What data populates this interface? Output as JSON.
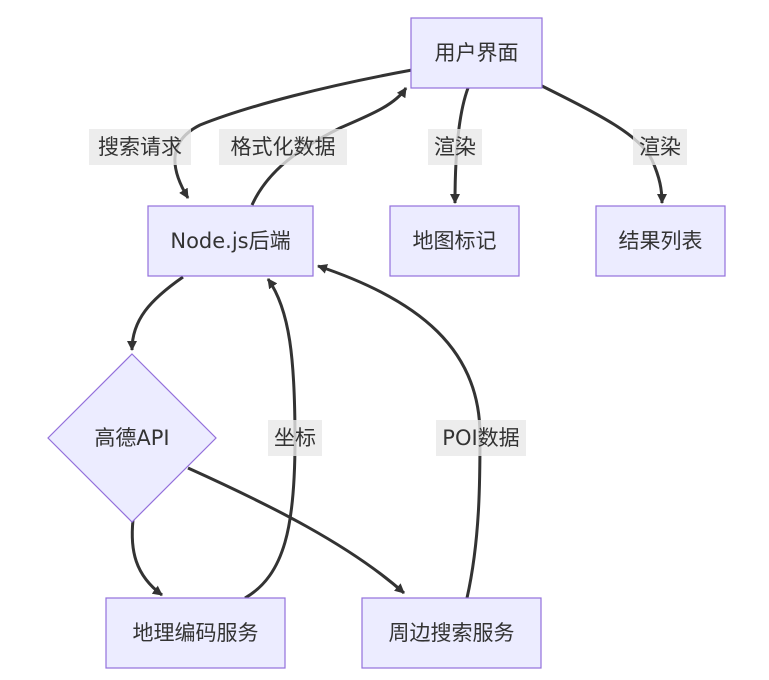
{
  "nodes": {
    "ui": "用户界面",
    "backend": "Node.js后端",
    "map_markers": "地图标记",
    "result_list": "结果列表",
    "amap_api": "高德API",
    "geocode": "地理编码服务",
    "nearby": "周边搜索服务"
  },
  "edges": {
    "search_request": "搜索请求",
    "formatted_data": "格式化数据",
    "render_1": "渲染",
    "render_2": "渲染",
    "coordinates": "坐标",
    "poi_data": "POI数据"
  },
  "colors": {
    "node_fill": "#ECECFF",
    "node_stroke": "#9370DB",
    "edge": "#333333",
    "label_bg": "#E8E8E8"
  }
}
